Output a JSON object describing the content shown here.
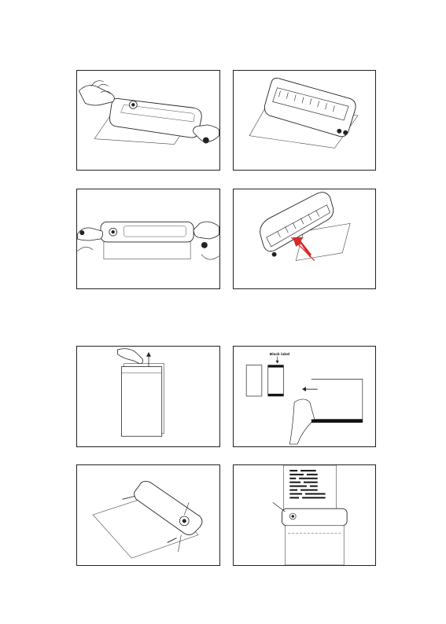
{
  "panels": [
    {
      "id": "p1",
      "illustration": "hands-feeding-paper-into-printer"
    },
    {
      "id": "p2",
      "illustration": "printer-open-lid-with-paper"
    },
    {
      "id": "p3",
      "illustration": "hands-holding-printer-with-paper"
    },
    {
      "id": "p4",
      "illustration": "printer-open-with-red-arrow"
    },
    {
      "id": "p5",
      "illustration": "hand-pulling-sheet-from-stack"
    },
    {
      "id": "p6",
      "illustration": "black-label-sheets-and-hand"
    },
    {
      "id": "p7",
      "illustration": "printer-feeding-paper-with-callouts"
    },
    {
      "id": "p8",
      "illustration": "printer-output-printed-page"
    }
  ],
  "labels": {
    "black_label": "Black label"
  },
  "colors": {
    "line": "#222222",
    "arrow_red": "#d62b2b",
    "black_band": "#111111"
  }
}
